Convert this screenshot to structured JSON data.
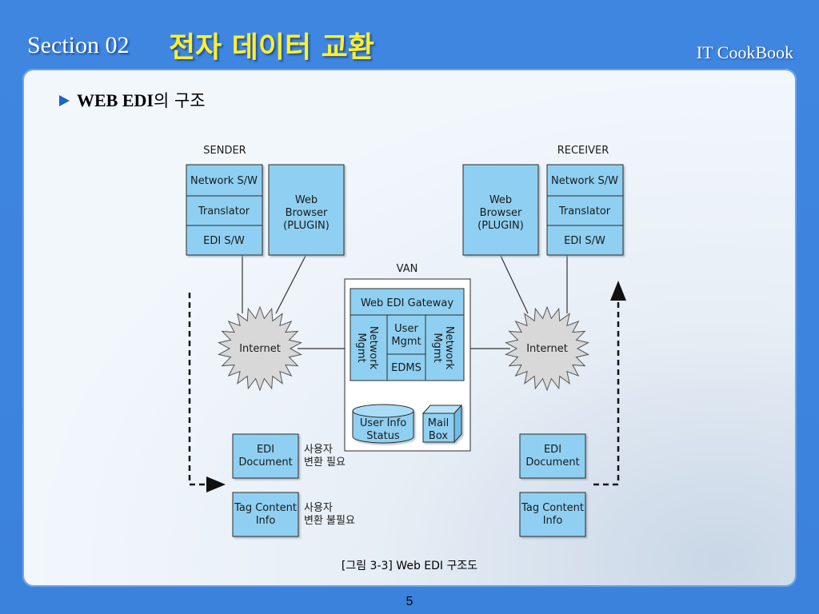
{
  "header": {
    "section": "Section 02",
    "title": "전자 데이터 교환",
    "brand": "IT CookBook"
  },
  "slide": {
    "subtitle_en": "WEB EDI",
    "subtitle_ko": "의 구조",
    "caption": "[그림 3-3] Web EDI 구조도",
    "page_number": "5"
  },
  "diagram": {
    "sender": {
      "label": "SENDER",
      "stack": [
        "Network S/W",
        "Translator",
        "EDI S/W"
      ],
      "browser": [
        "Web",
        "Browser",
        "(PLUGIN)"
      ]
    },
    "receiver": {
      "label": "RECEIVER",
      "stack": [
        "Network S/W",
        "Translator",
        "EDI S/W"
      ],
      "browser": [
        "Web",
        "Browser",
        "(PLUGIN)"
      ]
    },
    "van": {
      "label": "VAN",
      "gateway": "Web EDI Gateway",
      "network_mgmt": [
        "Network",
        "Mgmt"
      ],
      "user_mgmt": [
        "User",
        "Mgmt"
      ],
      "edms": "EDMS",
      "user_info": [
        "User Info",
        "Status"
      ],
      "mail_box": [
        "Mail",
        "Box"
      ]
    },
    "internet": "Internet",
    "sender_docs": {
      "edi_document": [
        "EDI",
        "Document"
      ],
      "edi_note": [
        "사용자",
        "변환 필요"
      ],
      "tag_content": [
        "Tag Content",
        "Info"
      ],
      "tag_note": [
        "사용자",
        "변환 불필요"
      ]
    },
    "receiver_docs": {
      "edi_document": [
        "EDI",
        "Document"
      ],
      "tag_content": [
        "Tag Content",
        "Info"
      ]
    },
    "colors": {
      "box_fill": "#8fd0f2",
      "box_stroke": "#2b2b2b",
      "starburst_fill": "#d8d8d8"
    }
  }
}
